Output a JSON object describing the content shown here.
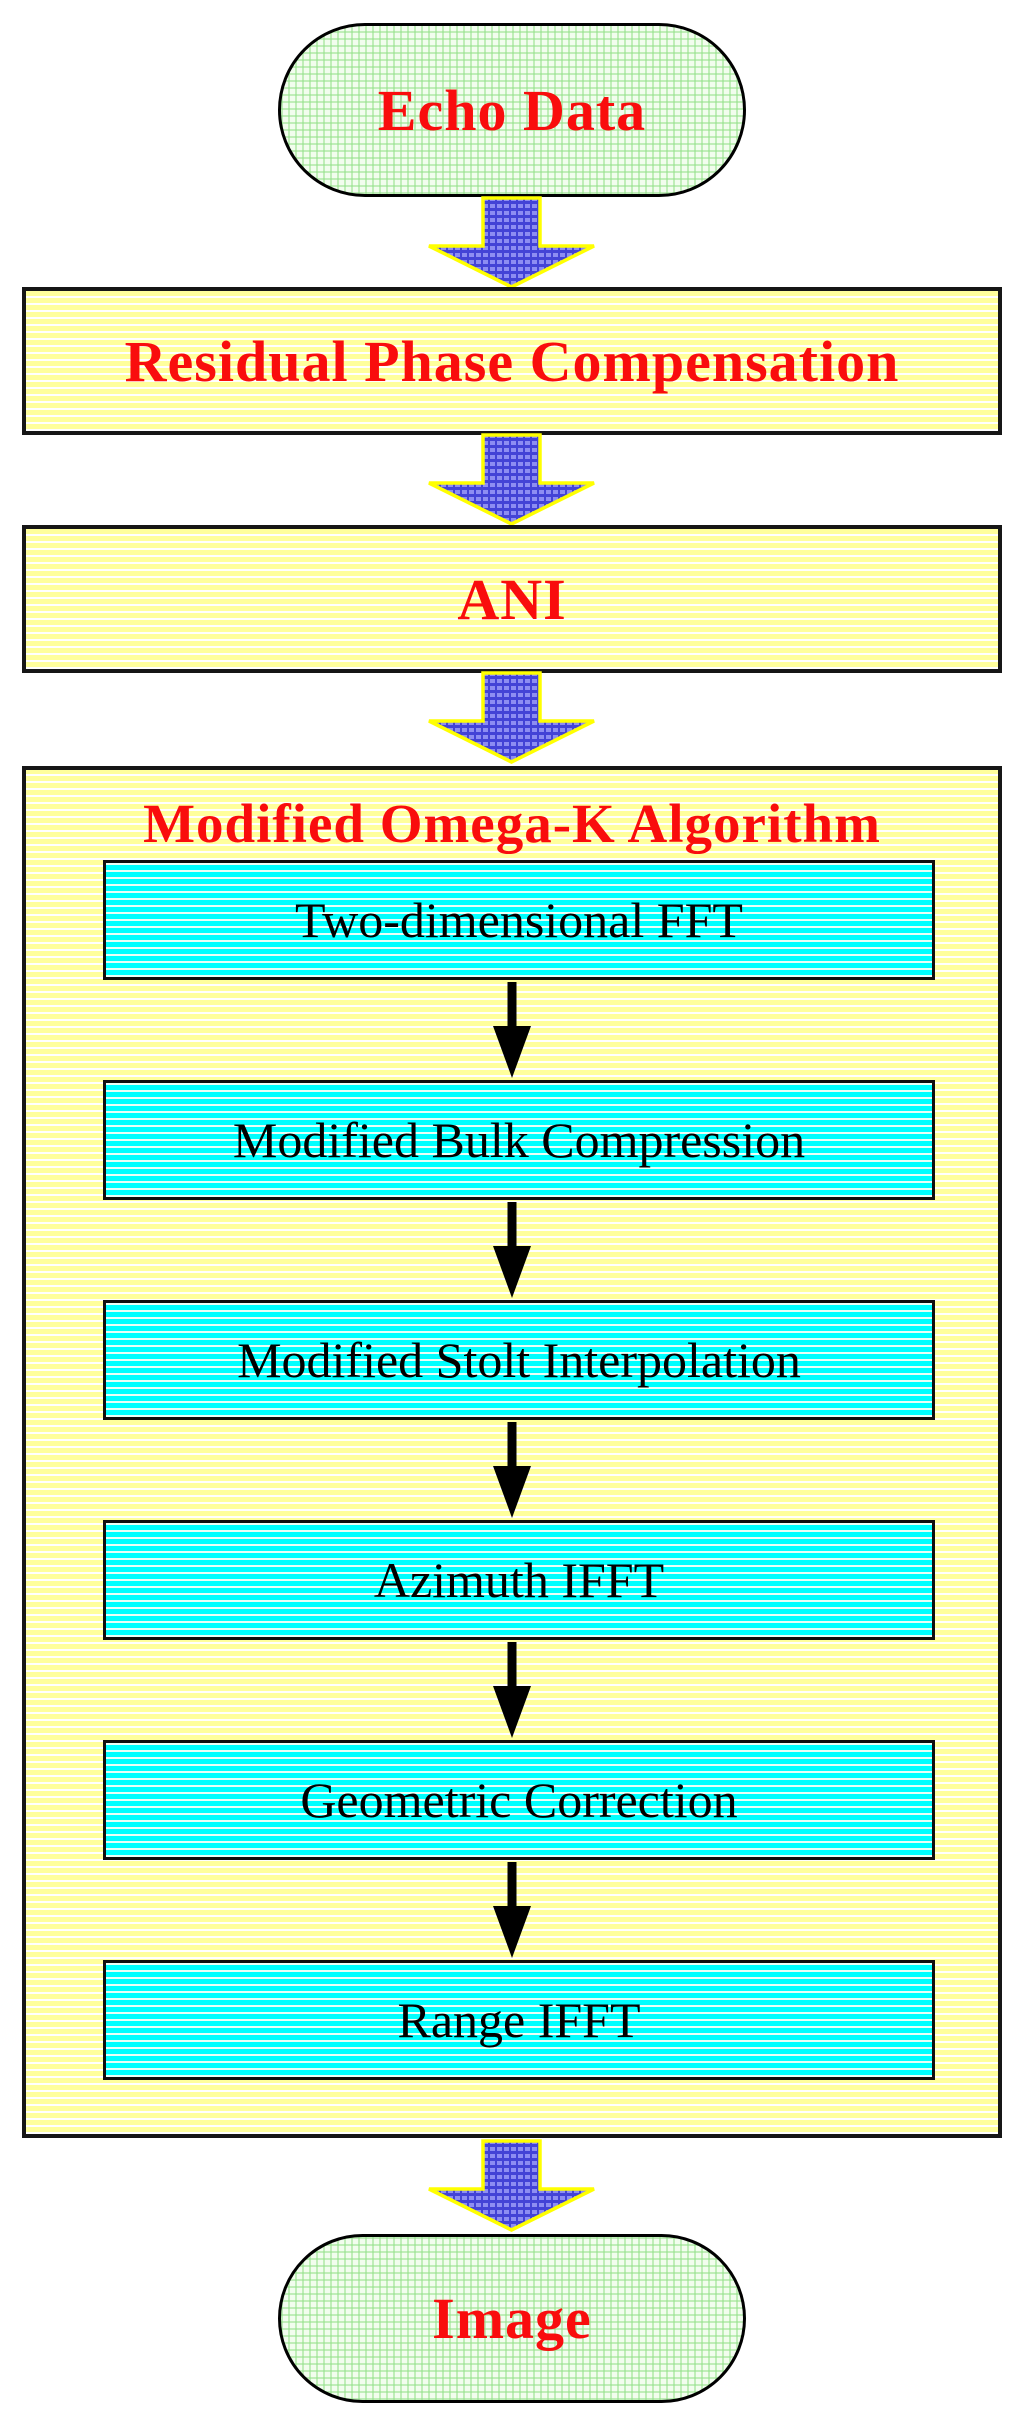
{
  "diagram": {
    "title": "Modified Omega-K Algorithm",
    "start": {
      "label": "Echo Data"
    },
    "pre_steps": [
      {
        "label": "Residual Phase Compensation"
      },
      {
        "label": "ANI"
      }
    ],
    "algorithm_steps": [
      {
        "label": "Two-dimensional FFT"
      },
      {
        "label": "Modified Bulk Compression"
      },
      {
        "label": "Modified Stolt Interpolation"
      },
      {
        "label": "Azimuth IFFT"
      },
      {
        "label": "Geometric Correction"
      },
      {
        "label": "Range IFFT"
      }
    ],
    "end": {
      "label": "Image"
    },
    "colors": {
      "label_red": "#f90d0d",
      "step_text": "#000000",
      "terminator_fill": "#f2fdee",
      "terminator_grid": "#96e18c",
      "process_fill": "#ffff9c",
      "process_stripe": "#ffffff",
      "step_fill": "#00ffff",
      "step_stripe": "#fffff5",
      "flow_arrow_fill": "#4343d6",
      "flow_arrow_square": "#8d8df2",
      "flow_arrow_outline": "#ffff00",
      "step_arrow": "#000000",
      "border": "#161616"
    }
  }
}
